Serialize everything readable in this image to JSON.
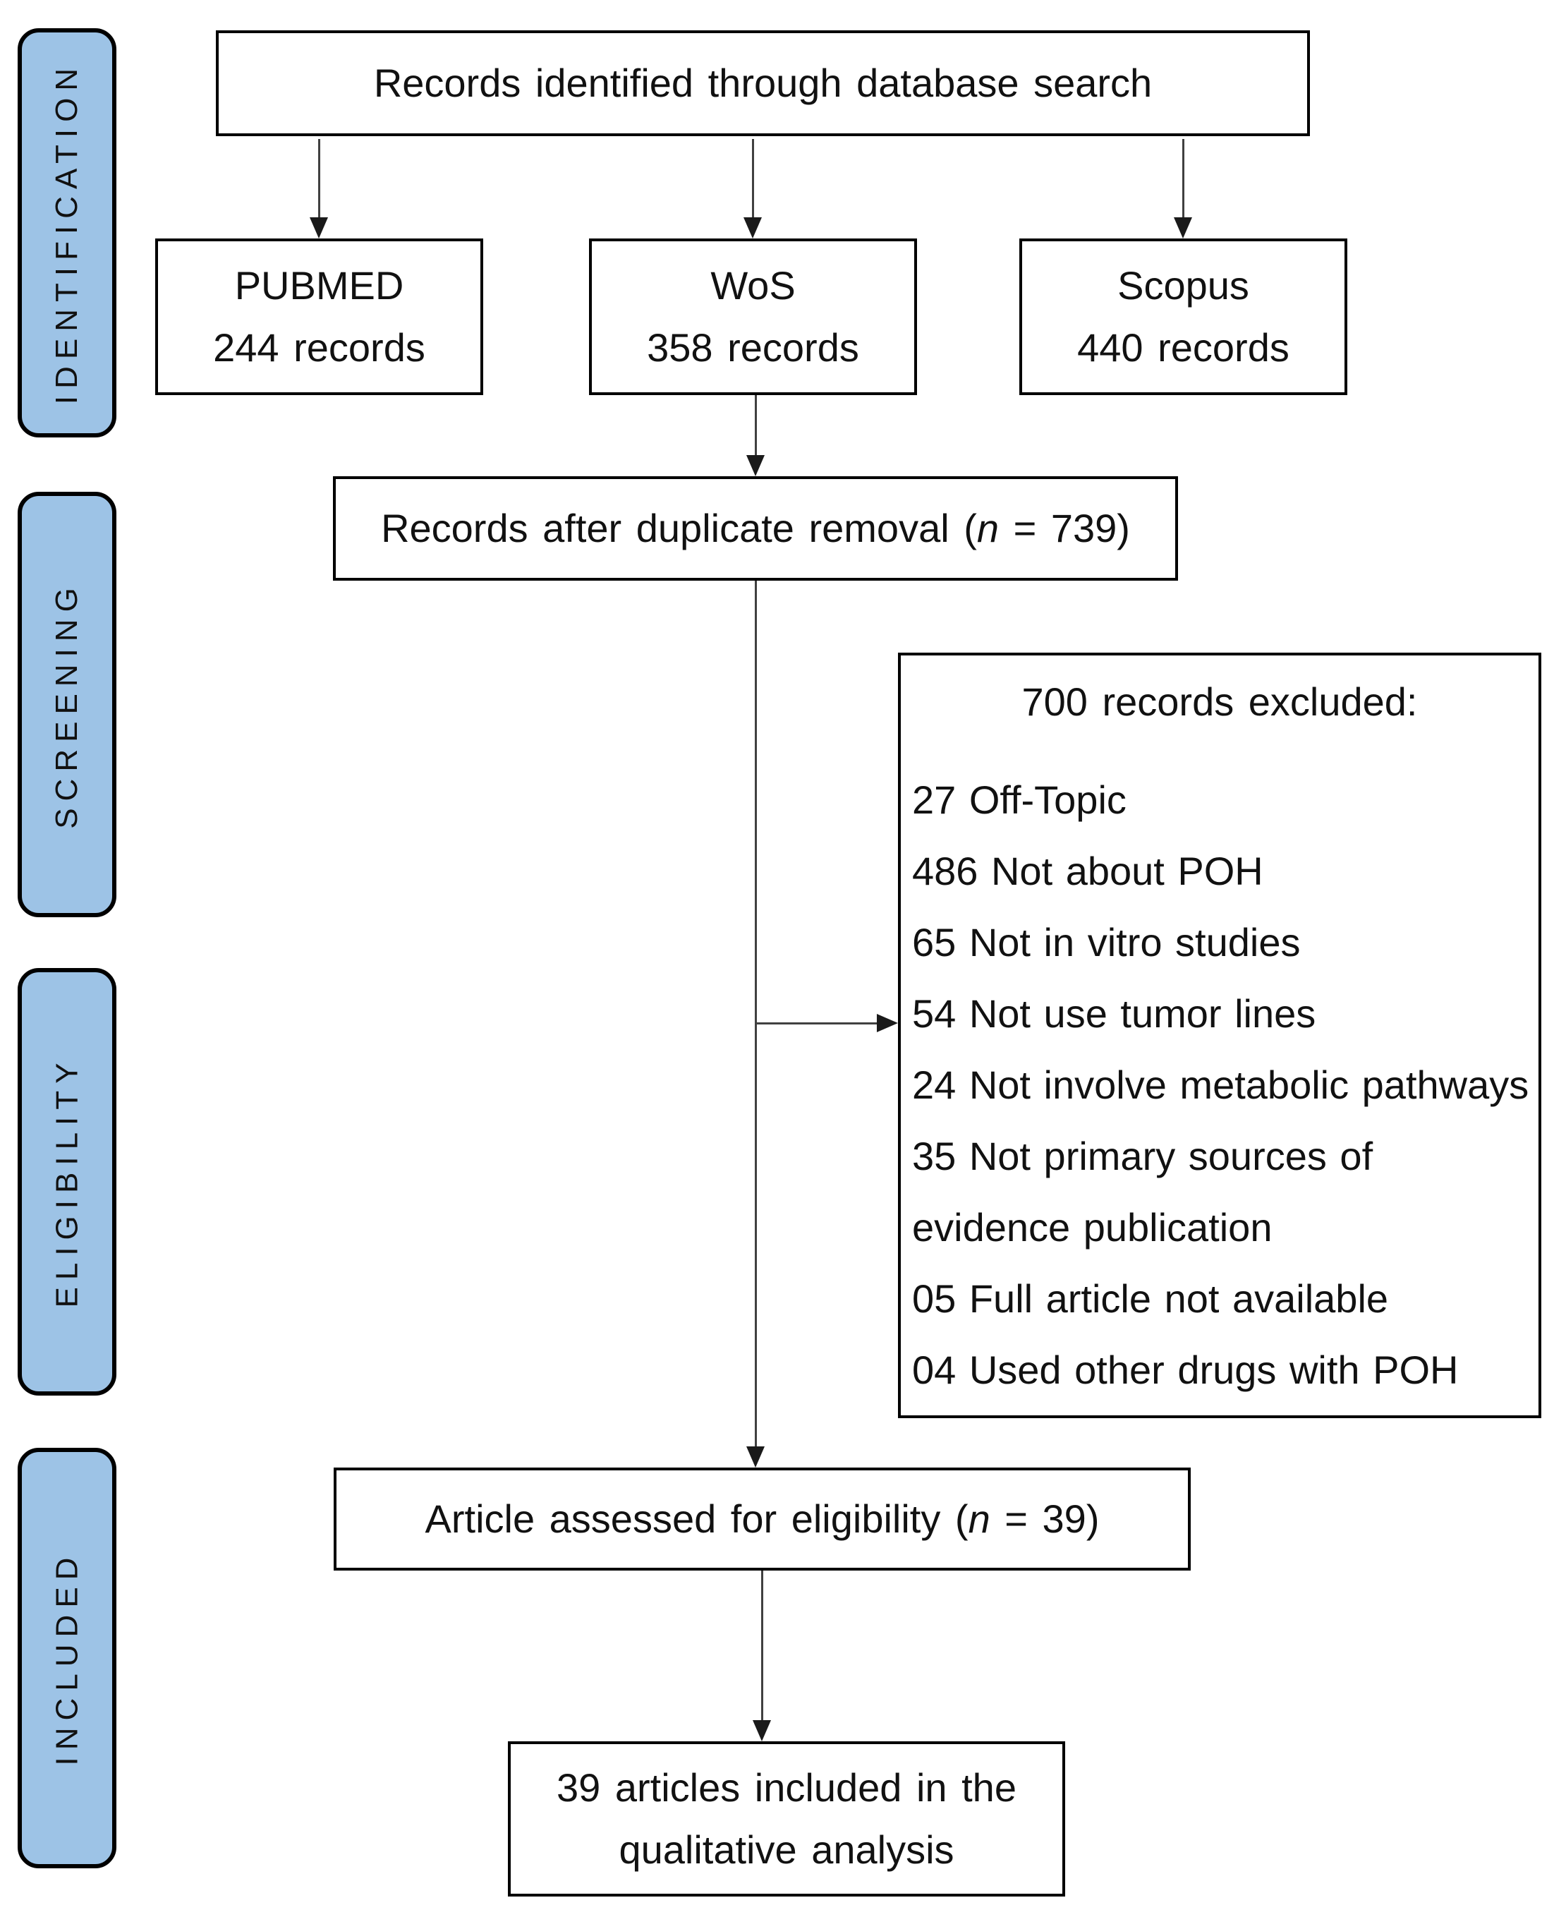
{
  "palette": {
    "sidebar-fill": "#9DC3E6",
    "border": "#000000",
    "line": "#404040",
    "head": "#1a1a1a",
    "background": "#FFFFFF",
    "text": "#111111"
  },
  "sidebar": {
    "items": [
      {
        "label": "IDENTIFICATION"
      },
      {
        "label": "SCREENING"
      },
      {
        "label": "ELIGIBILITY"
      },
      {
        "label": "INCLUDED"
      }
    ]
  },
  "flow": {
    "identified_box": {
      "text": "Records identified through database search"
    },
    "source_boxes": [
      {
        "name": "PUBMED",
        "count": "244 records"
      },
      {
        "name": "WoS",
        "count": "358 records"
      },
      {
        "name": "Scopus",
        "count": "440 records"
      }
    ],
    "duplicates_box": {
      "text_before": "Records after duplicate removal (",
      "n_symbol": "n",
      "text_after": " = 739)"
    },
    "excluded_box": {
      "title": "700 records excluded:",
      "lines": [
        "27 Off-Topic",
        "486 Not about POH",
        "65 Not in vitro studies",
        "54 Not use tumor lines",
        "24 Not involve metabolic pathways",
        "35 Not primary sources of",
        "evidence publication",
        "05 Full article not available",
        "04 Used other drugs with POH"
      ]
    },
    "eligibility_box": {
      "text_before": "Article assessed for eligibility (",
      "n_symbol": "n",
      "text_after": " = 39)"
    },
    "included_box": {
      "line1": "39 articles included in the",
      "line2": "qualitative analysis"
    }
  }
}
